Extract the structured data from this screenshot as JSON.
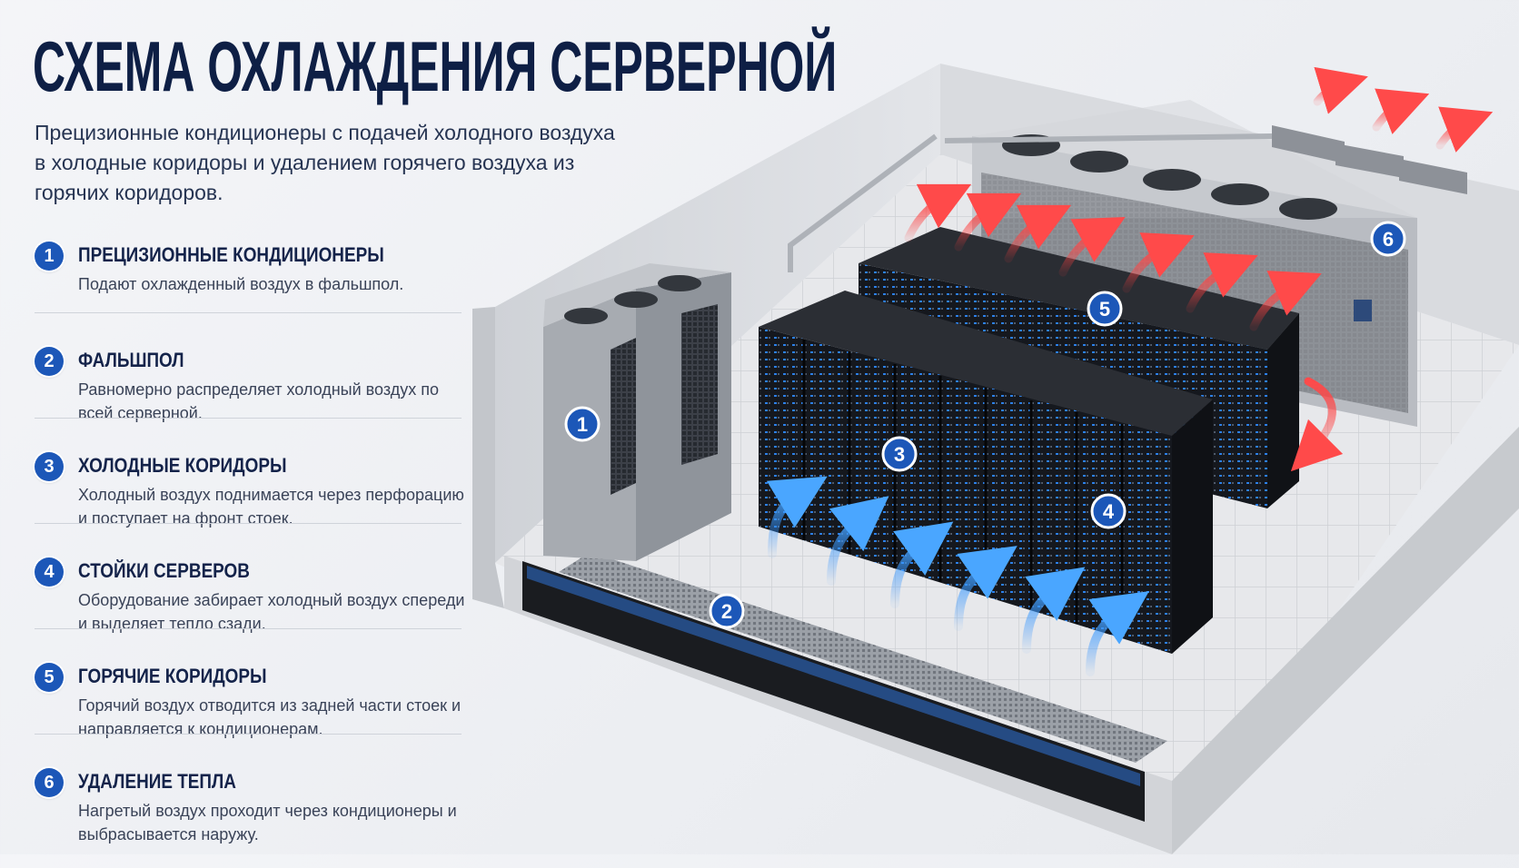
{
  "title": "СХЕМА ОХЛАЖДЕНИЯ СЕРВЕРНОЙ",
  "subtitle": "Прецизионные кондиционеры с подачей холодного воздуха в холодные коридоры и удалением горячего воздуха из горячих коридоров.",
  "legend": [
    {
      "num": "1",
      "title": "ПРЕЦИЗИОННЫЕ КОНДИЦИОНЕРЫ",
      "desc": "Подают охлажденный воздух в фальшпол."
    },
    {
      "num": "2",
      "title": "ФАЛЬШПОЛ",
      "desc": "Равномерно распределяет холодный воздух по всей серверной."
    },
    {
      "num": "3",
      "title": "ХОЛОДНЫЕ КОРИДОРЫ",
      "desc": "Холодный воздух поднимается через перфорацию и поступает на фронт стоек."
    },
    {
      "num": "4",
      "title": "СТОЙКИ СЕРВЕРОВ",
      "desc": "Оборудование забирает холодный воздух спереди и выделяет тепло сзади."
    },
    {
      "num": "5",
      "title": "ГОРЯЧИЕ КОРИДОРЫ",
      "desc": "Горячий воздух отводится из задней части стоек и направляется к кондиционерам."
    },
    {
      "num": "6",
      "title": "УДАЛЕНИЕ ТЕПЛА",
      "desc": "Нагретый воздух проходит через кондиционеры и выбрасывается наружу."
    }
  ],
  "callouts": [
    "1",
    "2",
    "3",
    "4",
    "5",
    "6"
  ],
  "colors": {
    "accent": "#1c57b8",
    "title": "#0e1f45",
    "cold_air": "#2b8cff",
    "hot_air": "#ff3b3b"
  }
}
